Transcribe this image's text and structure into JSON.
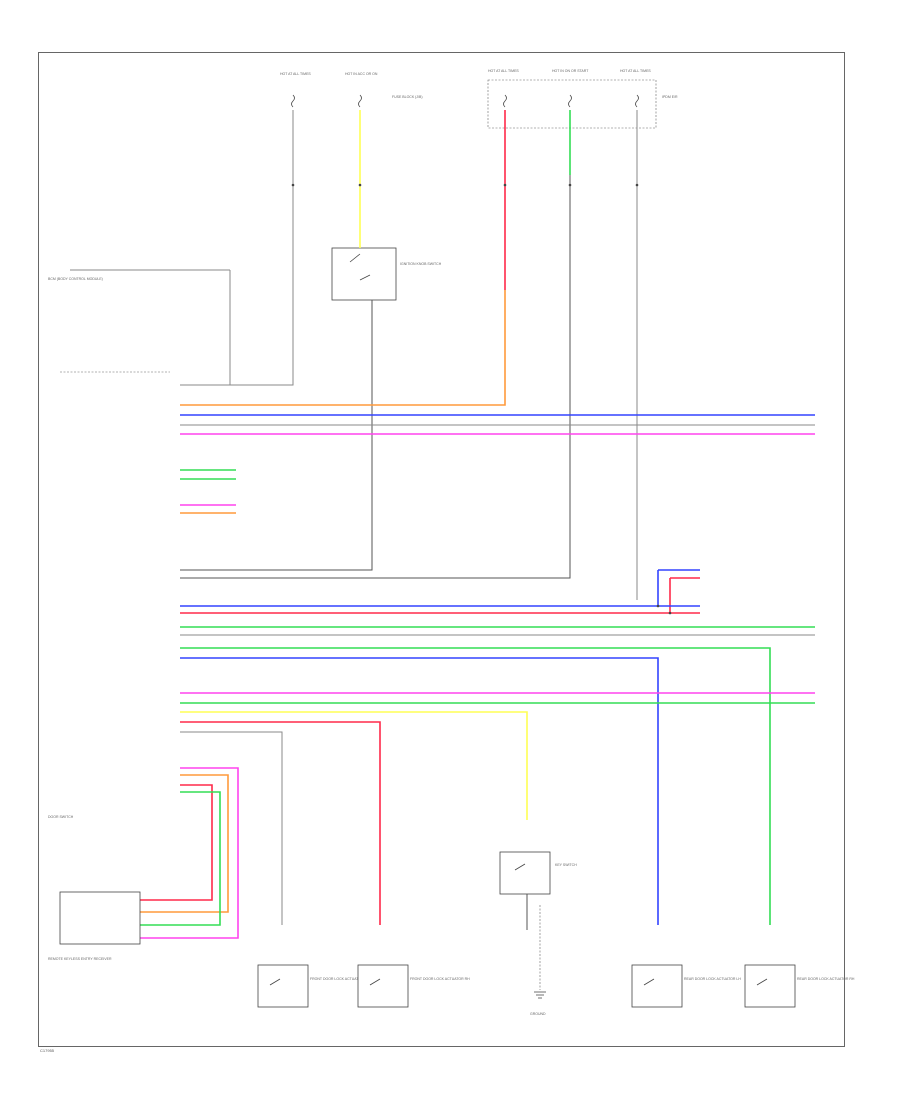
{
  "diagram": {
    "footer_code": "C17955",
    "colors": {
      "red": "#ff2a4a",
      "orange": "#ff9a3c",
      "blue": "#3344ff",
      "magenta": "#ff44ee",
      "green": "#33dd55",
      "yellow": "#ffff55",
      "gray": "#8a8a8a",
      "dark": "#555555"
    },
    "fuse_labels": {
      "f1": "HOT AT ALL TIMES",
      "f2": "HOT IN ACC OR ON",
      "f3": "HOT AT ALL TIMES",
      "f4": "HOT IN ON OR START",
      "f5": "HOT AT ALL TIMES"
    },
    "fuse_block_label": "FUSE BLOCK (J/B)",
    "ipdm_label": "IPDM E/R",
    "bcm_label": "BCM (BODY CONTROL MODULE)",
    "ignition_label": "IGNITION KNOB SWITCH",
    "remote_label": "REMOTE KEYLESS ENTRY RECEIVER",
    "key_switch_label": "KEY SWITCH",
    "door_switch_label": "DOOR SWITCH",
    "actuator_labels": [
      "FRONT DOOR LOCK ACTUATOR LH",
      "FRONT DOOR LOCK ACTUATOR RH",
      "REAR DOOR LOCK ACTUATOR LH",
      "REAR DOOR LOCK ACTUATOR RH"
    ],
    "ground_label": "GROUND"
  }
}
